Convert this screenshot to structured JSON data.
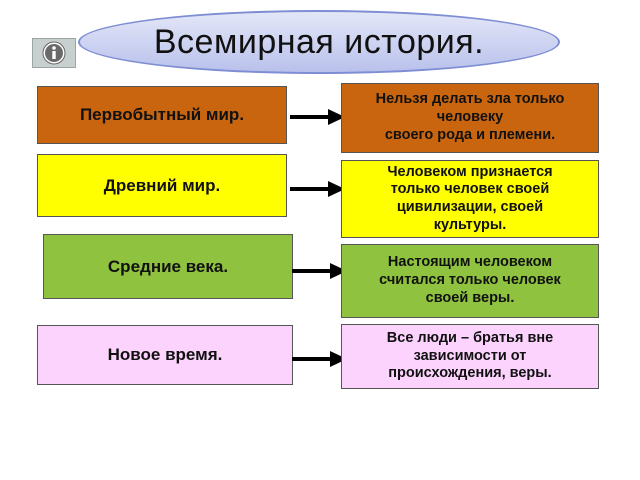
{
  "title": "Всемирная история.",
  "info_icon": "info-icon",
  "colors": {
    "primitive": "#c8650e",
    "ancient": "#ffff00",
    "middle": "#8fc23e",
    "modern": "#fcd3fc"
  },
  "rows": [
    {
      "era": "Первобытный мир.",
      "lines": [
        "Нельзя делать зла только",
        "человеку",
        "своего рода и племени."
      ]
    },
    {
      "era": "Древний мир.",
      "lines": [
        "Человеком признается",
        "только человек своей",
        "цивилизации, своей",
        "культуры."
      ]
    },
    {
      "era": "Средние века.",
      "lines": [
        "Настоящим человеком",
        "считался только человек",
        "своей веры."
      ]
    },
    {
      "era": "Новое время.",
      "lines": [
        "Все люди – братья вне",
        "зависимости от",
        "происхождения, веры."
      ]
    }
  ]
}
